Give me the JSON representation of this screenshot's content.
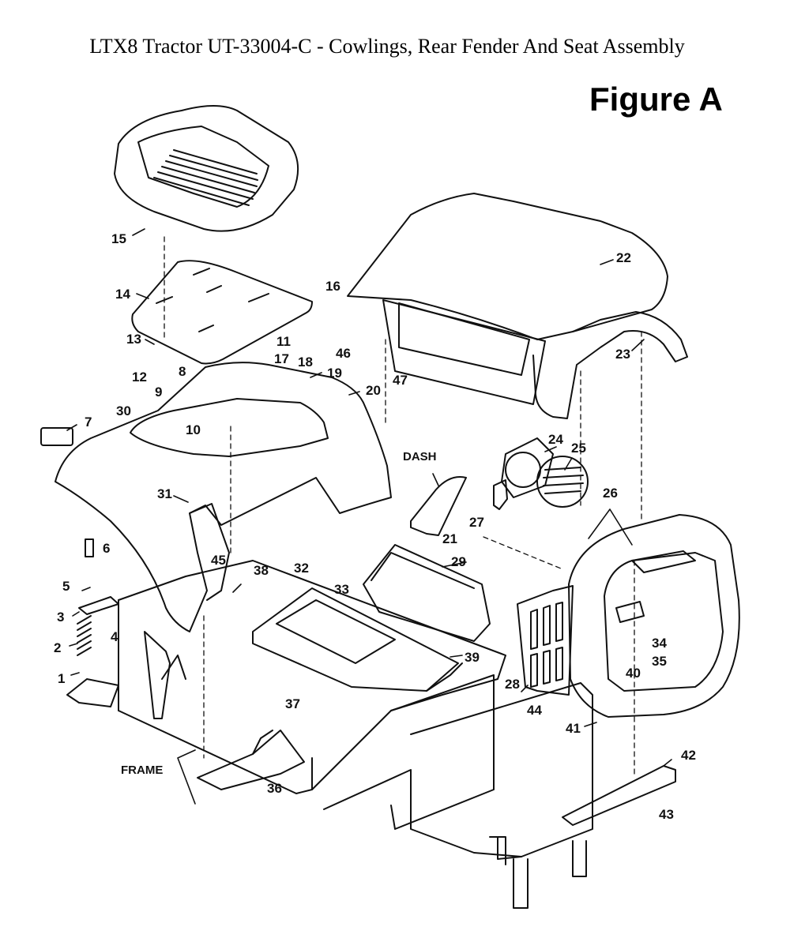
{
  "title": "LTX8 Tractor UT-33004-C - Cowlings, Rear Fender And Seat Assembly",
  "figure_label": "Figure A",
  "text_labels": [
    "DASH",
    "FRAME"
  ],
  "callouts": [
    "1",
    "2",
    "3",
    "4",
    "5",
    "6",
    "7",
    "8",
    "9",
    "10",
    "11",
    "12",
    "13",
    "14",
    "15",
    "16",
    "17",
    "18",
    "19",
    "20",
    "21",
    "22",
    "23",
    "24",
    "25",
    "26",
    "27",
    "28",
    "29",
    "30",
    "31",
    "32",
    "33",
    "34",
    "35",
    "36",
    "37",
    "38",
    "39",
    "40",
    "41",
    "42",
    "43",
    "44",
    "45",
    "46",
    "47"
  ],
  "colors": {
    "line": "#111111",
    "background": "#ffffff"
  }
}
